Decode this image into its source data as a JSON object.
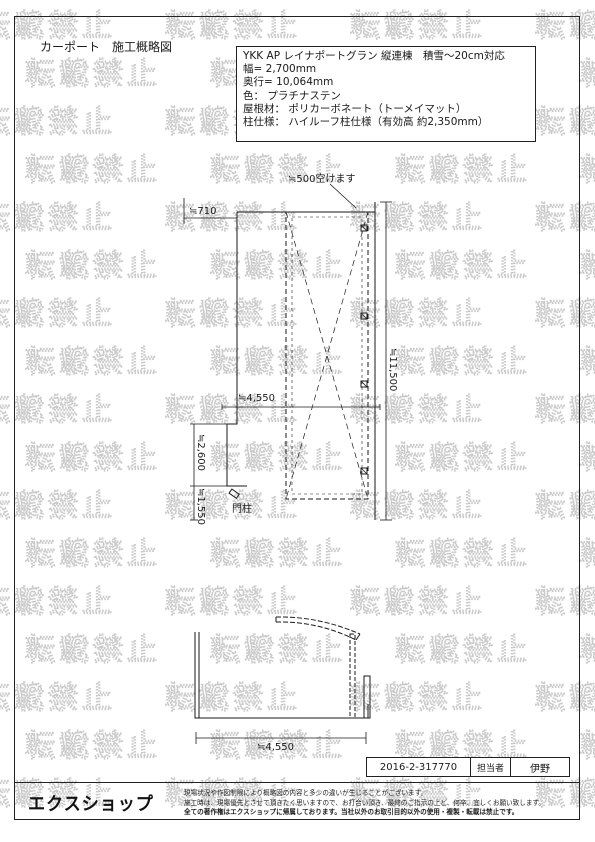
{
  "document": {
    "title": "カーポート　施工概略図",
    "watermark_text": "転載禁止",
    "spec": [
      "YKK AP レイナポートグラン 縦連棟　積雪〜20cm対応",
      "幅= 2,700mm",
      "奥行= 10,064mm",
      "色： プラチナステン",
      "屋根材： ポリカーボネート（トーメイマット）",
      "柱仕様： ハイルーフ柱仕様（有効高 約2,350mm）"
    ]
  },
  "plan": {
    "label_gap": "≒500空けます",
    "label_left_offset": "≒710",
    "label_width_total": "≒4,550",
    "label_left_lower": "≒2,600",
    "label_left_bottom": "≒1,550",
    "label_depth": "≒11,500",
    "label_gate_post": "門柱"
  },
  "elevation": {
    "label_width": "≒4,550"
  },
  "footer": {
    "logo": "エクスショップ",
    "notes": [
      "現場状況や作図制限により概略図の内容と多少の違いが生じることがございます。",
      "施工時は、現場優先とさせて頂きたく思いますので、お打合い頂き、最終のご指示の上ど、何卒、宜しくお願い致します。",
      "全ての著作権はエクスショップに帰属しております。当社以外のお取引目的以外の使用・複製・転載は禁止です。"
    ],
    "drawing_no": "2016-2-317770",
    "staff_label": "担当者",
    "staff_name": "伊野"
  },
  "colors": {
    "line": "#1a1a1a",
    "watermark": "#c9c9c9"
  }
}
